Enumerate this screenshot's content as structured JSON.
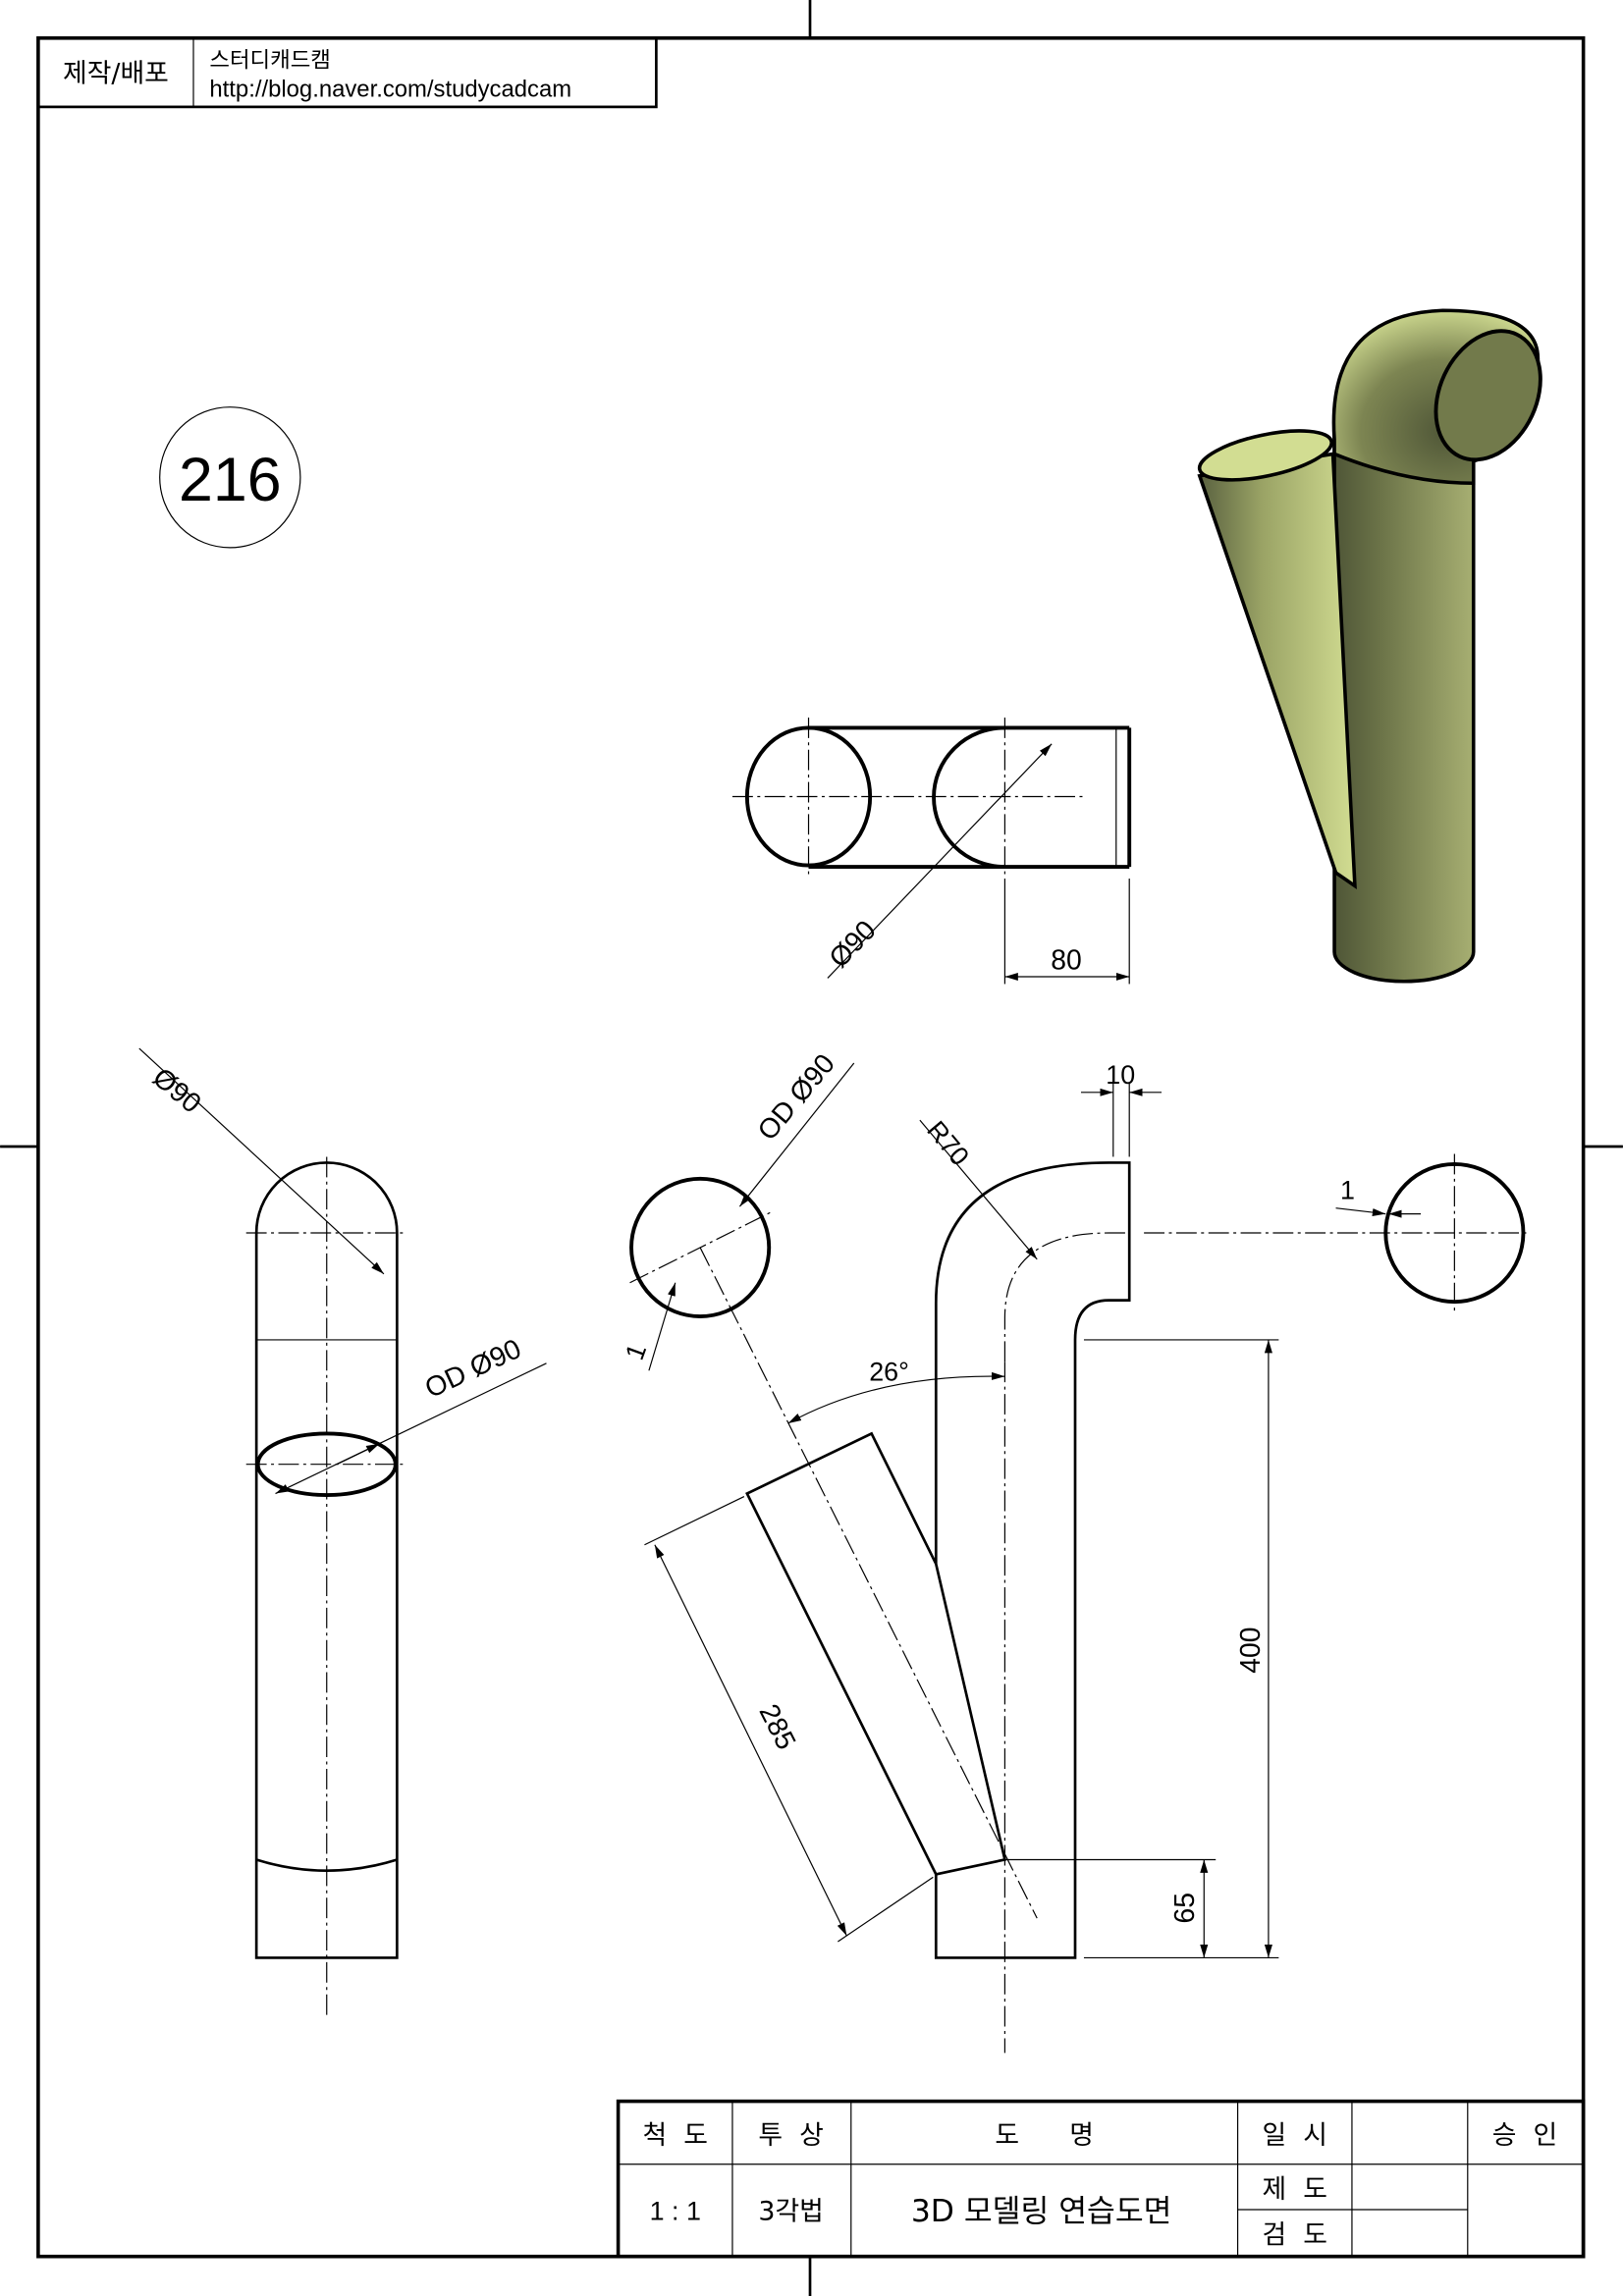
{
  "header": {
    "label": "제작/배포",
    "author": "스터디캐드캠",
    "url": "http://blog.naver.com/studycadcam"
  },
  "drawing_number": "216",
  "dimensions": {
    "top_view_diameter": "Ø90",
    "top_view_length": "80",
    "side_view_diameter": "Ø90",
    "side_view_od": "OD Ø90",
    "branch_od": "OD Ø90",
    "branch_thickness": "1",
    "elbow_radius": "R70",
    "elbow_offset": "10",
    "angle": "26°",
    "branch_length": "285",
    "height": "400",
    "branch_height": "65",
    "end_thickness": "1"
  },
  "title_block": {
    "scale_label": "척  도",
    "projection_label": "투  상",
    "name_label": "도      명",
    "date_label": "일  시",
    "approval_label": "승  인",
    "scale_value": "1 : 1",
    "projection_value": "3각법",
    "name_value": "3D 모델링 연습도면",
    "drawn_label": "제  도",
    "checked_label": "검  도"
  },
  "colors": {
    "model_light": "#d2dd92",
    "model_mid": "#a3ab6c",
    "model_dark": "#555c3c"
  }
}
